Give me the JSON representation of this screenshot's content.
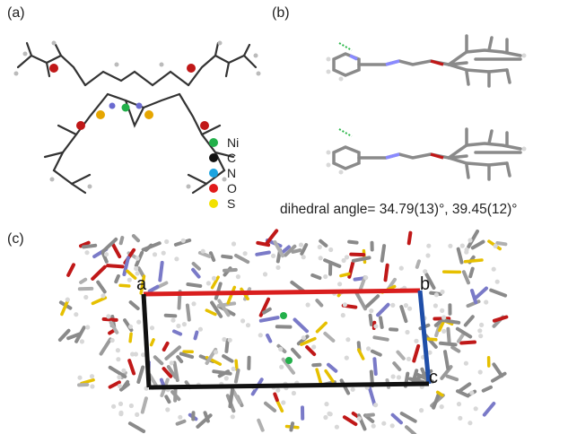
{
  "panels": {
    "a": {
      "label": "(a)"
    },
    "b": {
      "label": "(b)"
    },
    "c": {
      "label": "(c)"
    }
  },
  "legend": [
    {
      "symbol": "Ni",
      "color": "#22b04a"
    },
    {
      "symbol": "C",
      "color": "#111111"
    },
    {
      "symbol": "N",
      "color": "#1aa3e0"
    },
    {
      "symbol": "O",
      "color": "#e01a1a"
    },
    {
      "symbol": "S",
      "color": "#f2e100"
    }
  ],
  "dihedral_text": "dihedral angle= 34.79(13)°, 39.45(12)°",
  "cell_axes": {
    "a": "a",
    "b": "b",
    "c": "c"
  },
  "colors": {
    "cell_a": "#d91e1e",
    "cell_b": "#1f4ea8",
    "cell_c": "#111111",
    "carbon": "#8a8a8a",
    "hydrogen": "#d8d8d8"
  }
}
